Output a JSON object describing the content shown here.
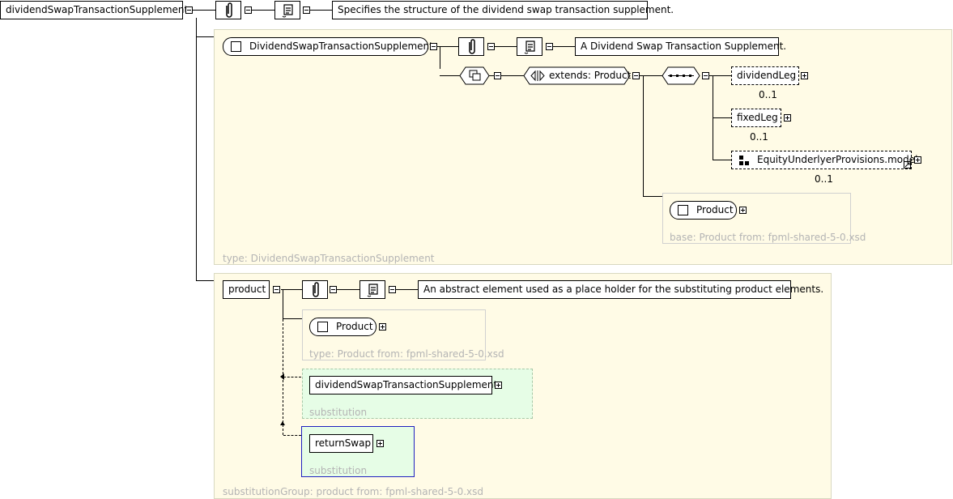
{
  "root": {
    "name": "dividendSwapTransactionSupplement",
    "doc": "Specifies the structure of the dividend swap transaction supplement."
  },
  "complex_type": {
    "name": "DividendSwapTransactionSupplement",
    "doc": "A Dividend Swap Transaction Supplement.",
    "extends_label": "extends: Product",
    "type_label": "type: DividendSwapTransactionSupplement",
    "children": [
      {
        "name": "dividendLeg",
        "card": "0..1"
      },
      {
        "name": "fixedLeg",
        "card": "0..1"
      },
      {
        "name": "EquityUnderlyerProvisions.model",
        "card": "0..1"
      }
    ],
    "base": {
      "name": "Product",
      "label": "base: Product from: fpml-shared-5-0.xsd"
    }
  },
  "product": {
    "name": "product",
    "doc": "An abstract element used as a place holder for the substituting product elements.",
    "type": {
      "name": "Product",
      "label": "type: Product from: fpml-shared-5-0.xsd"
    },
    "substitutions": [
      {
        "name": "dividendSwapTransactionSupplement",
        "label": "substitution"
      },
      {
        "name": "returnSwap",
        "label": "substitution"
      }
    ],
    "group_label": "substitutionGroup: product from: fpml-shared-5-0.xsd"
  }
}
